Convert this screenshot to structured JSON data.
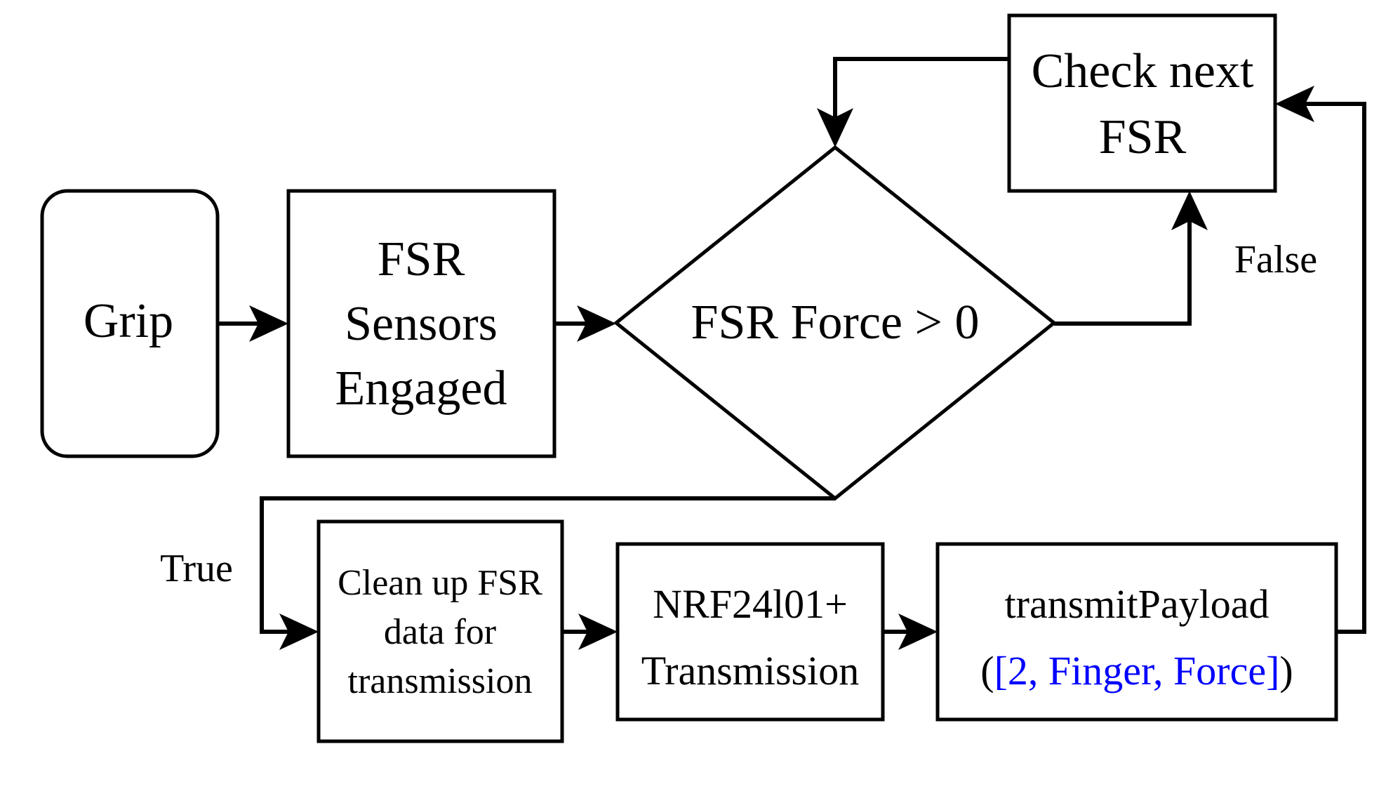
{
  "nodes": {
    "grip": {
      "lines": [
        "Grip"
      ]
    },
    "fsr_sensors": {
      "lines": [
        "FSR",
        "Sensors",
        "Engaged"
      ]
    },
    "decision": {
      "lines": [
        "FSR Force > 0"
      ]
    },
    "check_next": {
      "lines": [
        "Check next",
        "FSR"
      ]
    },
    "clean_up": {
      "lines": [
        "Clean up FSR",
        "data for",
        "transmission"
      ]
    },
    "nrf": {
      "lines": [
        "NRF24l01+",
        "Transmission"
      ]
    },
    "transmit": {
      "line1": "transmitPayload",
      "line2_open": "(",
      "line2_args": "[2, Finger, Force]",
      "line2_close": ")"
    }
  },
  "edges": {
    "false_label": "False",
    "true_label": "True"
  },
  "colors": {
    "stroke": "#000000",
    "args_highlight": "#0000ff"
  }
}
